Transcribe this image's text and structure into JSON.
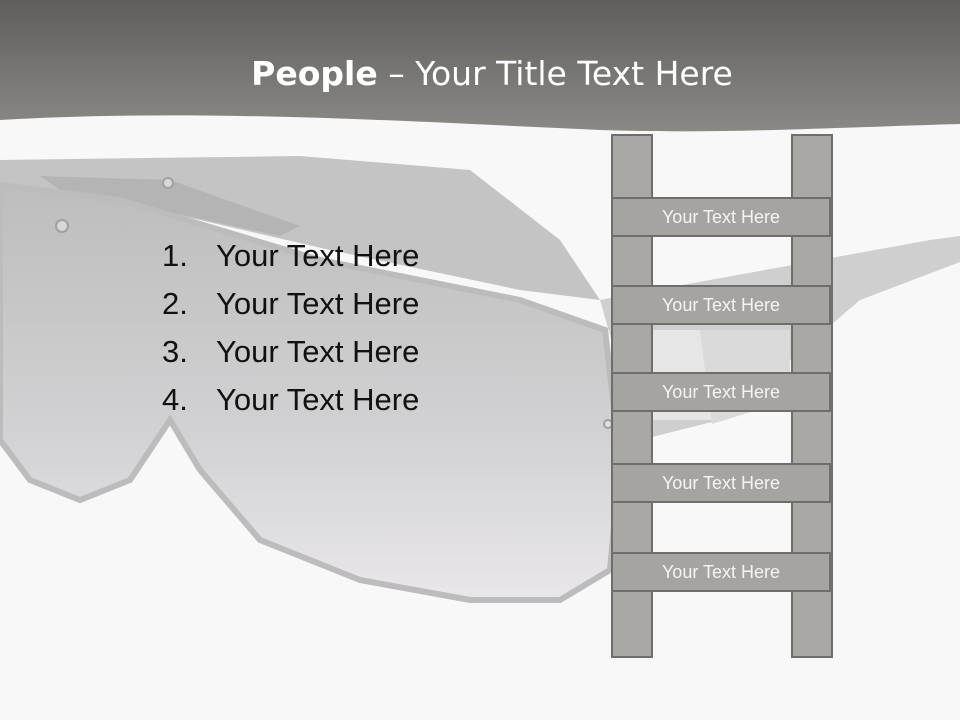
{
  "title": {
    "bold": "People",
    "rest": " – Your Title Text Here"
  },
  "list_items": [
    {
      "number": "1.",
      "text": "Your Text Here"
    },
    {
      "number": "2.",
      "text": "Your Text Here"
    },
    {
      "number": "3.",
      "text": "Your Text Here"
    },
    {
      "number": "4.",
      "text": "Your Text Here"
    }
  ],
  "ladder_rungs": [
    {
      "label": "Your Text Here"
    },
    {
      "label": "Your Text Here"
    },
    {
      "label": "Your Text Here"
    },
    {
      "label": "Your Text Here"
    },
    {
      "label": "Your Text Here"
    }
  ],
  "colors": {
    "header": "#6b6a66",
    "ladder_fill": "#a9a8a4",
    "ladder_border": "#6e6e6e"
  },
  "background_image": "sunglasses"
}
